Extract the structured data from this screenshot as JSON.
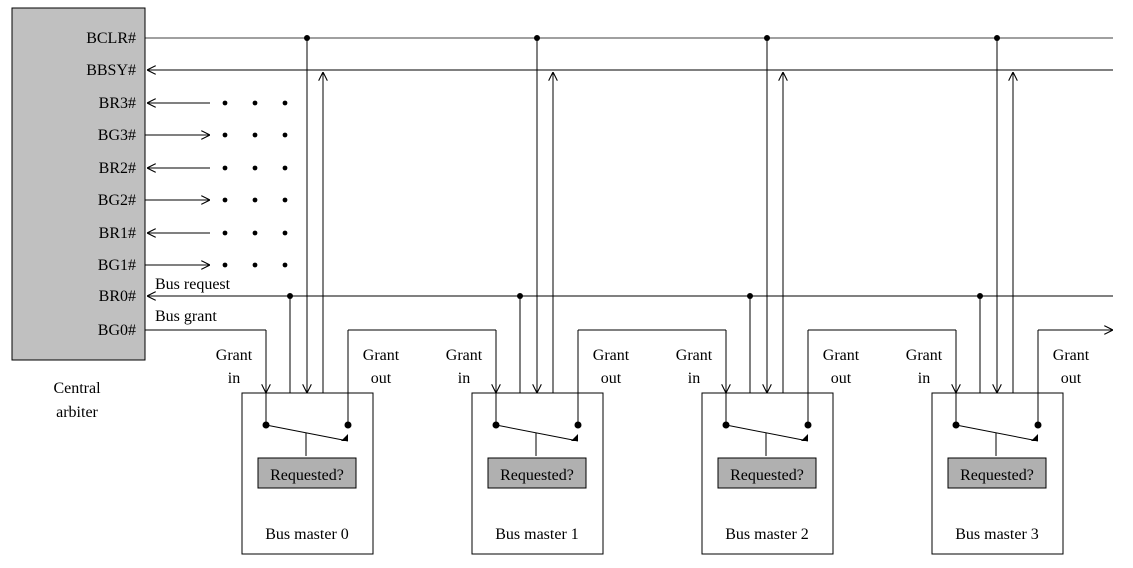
{
  "arbiter": {
    "signals": [
      "BCLR#",
      "BBSY#",
      "BR3#",
      "BG3#",
      "BR2#",
      "BG2#",
      "BR1#",
      "BG1#",
      "BR0#",
      "BG0#"
    ],
    "caption_line1": "Central",
    "caption_line2": "arbiter",
    "fill": "#c0c0c0"
  },
  "bus_request_label": "Bus request",
  "bus_grant_label": "Bus grant",
  "grant_in_line1": "Grant",
  "grant_in_line2": "in",
  "grant_out_line1": "Grant",
  "grant_out_line2": "out",
  "requested_label": "Requested?",
  "requested_fill": "#b0b0b0",
  "masters": [
    "Bus master 0",
    "Bus master 1",
    "Bus master 2",
    "Bus master 3"
  ]
}
